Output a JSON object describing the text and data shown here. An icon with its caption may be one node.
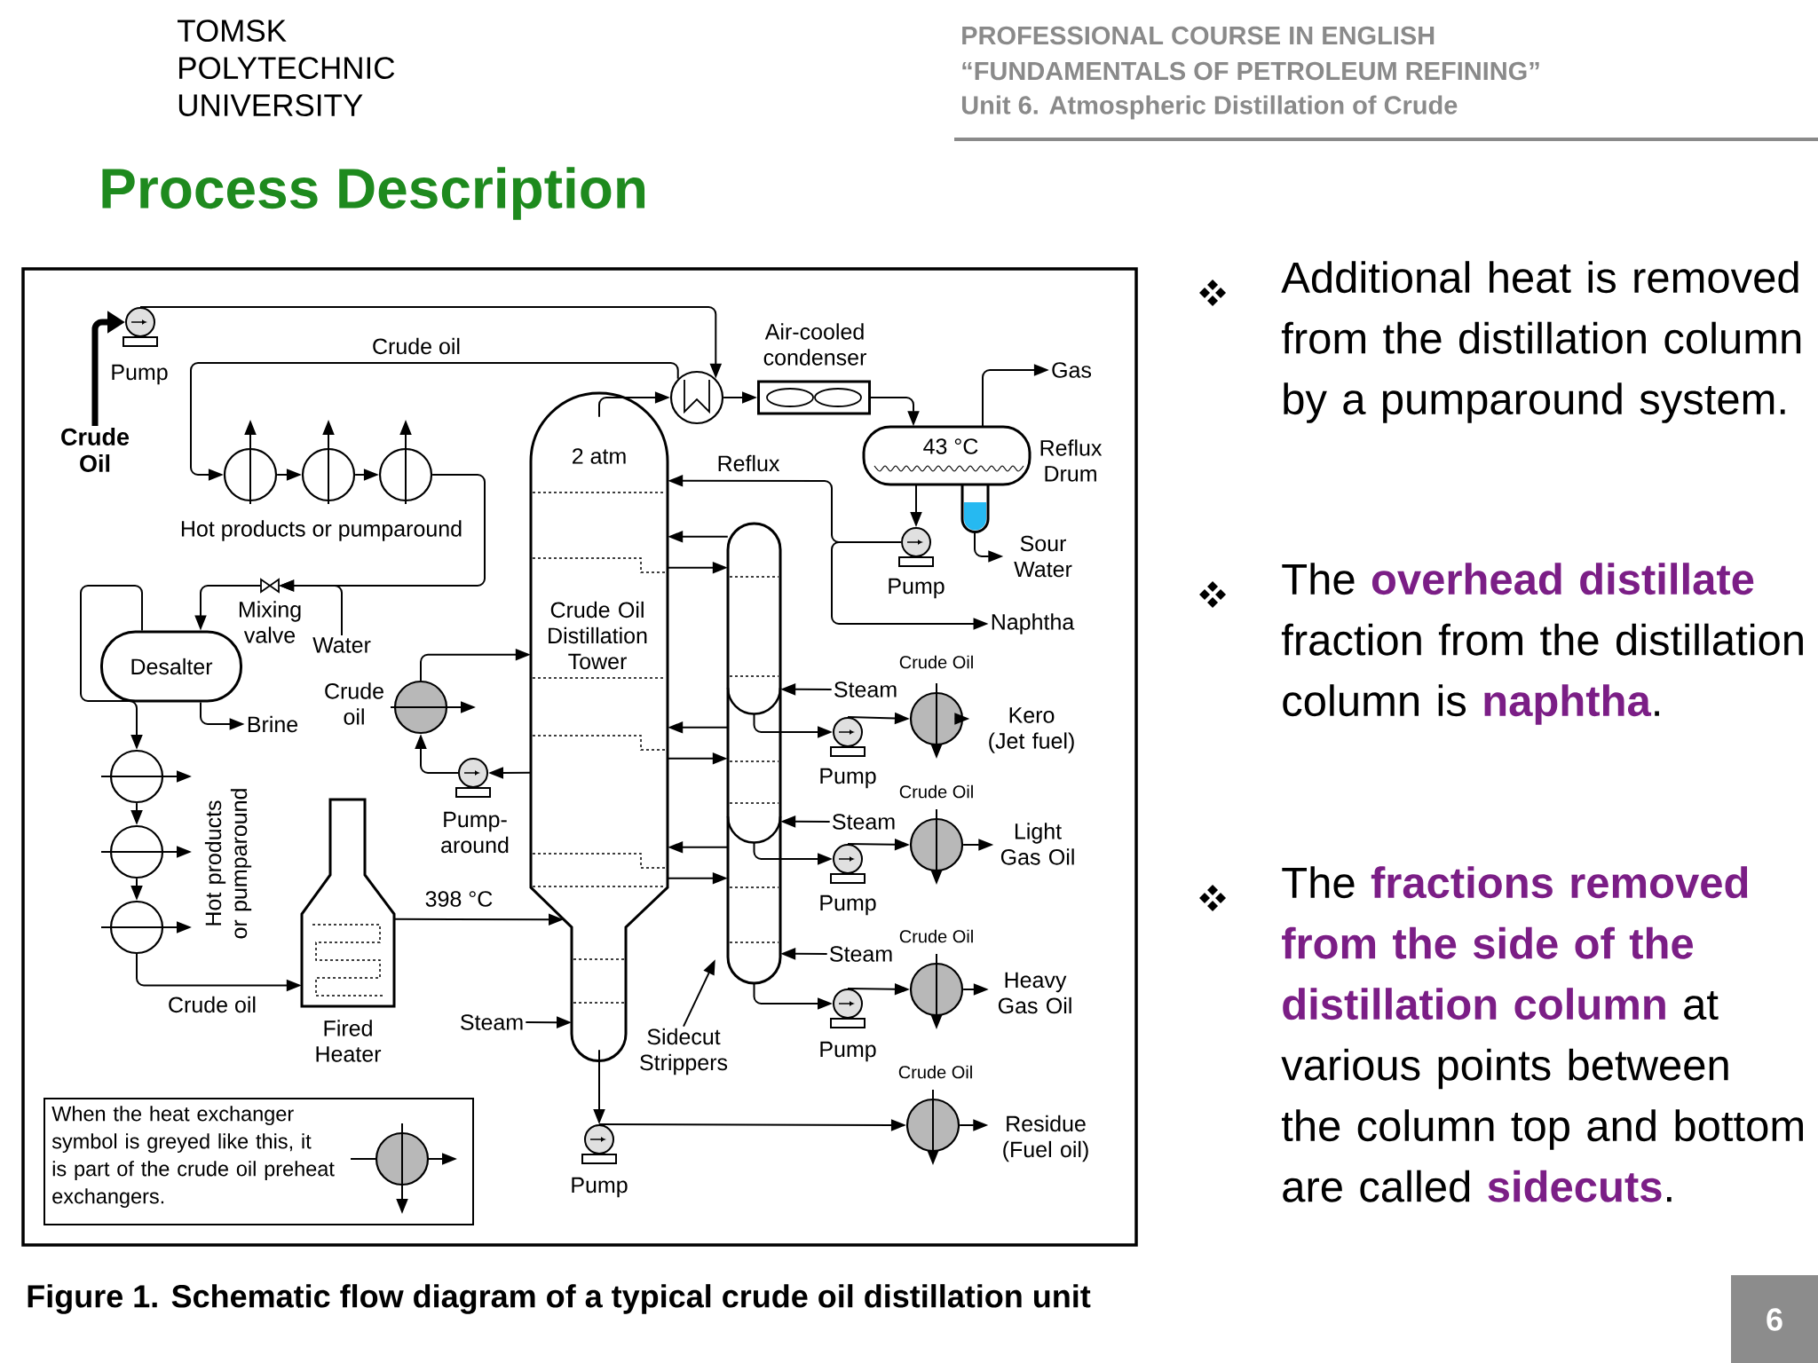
{
  "diagram": {
    "title": "Process Description",
    "caption": "Figure 1. Schematic flow diagram of a typical crude oil distillation unit",
    "nodes": [
      {
        "text": [
          "Crude Oil"
        ]
      },
      {
        "text": [],
        "shape": "pump",
        "beside": [
          "Pump"
        ]
      },
      {
        "text": [],
        "shape": "circle"
      },
      {
        "text": [],
        "shape": "circle"
      },
      {
        "text": [],
        "shape": "circle"
      },
      {
        "text": [],
        "shape": "circle"
      },
      {
        "text": [],
        "shape": "valve",
        "beside": [
          "Mixing valve"
        ]
      },
      {
        "text": [
          "Water"
        ]
      },
      {
        "text": [
          "Desalter"
        ]
      },
      {
        "text": [
          "Brine"
        ]
      },
      {
        "text": [],
        "shape": "circle"
      },
      {
        "text": [],
        "shape": "circle"
      },
      {
        "text": [],
        "shape": "circle"
      },
      {
        "text": [],
        "shape": "heater",
        "beside": [
          "Fired Heater"
        ]
      },
      {
        "text": [
          "2 atm",
          "Crude Oil Distillation Tower"
        ]
      },
      {
        "text": [],
        "shape": "box",
        "beside": [
          "Air-cooled condenser"
        ]
      },
      {
        "text": [
          "43 °C"
        ],
        "beside": [
          "Reflux Drum"
        ]
      },
      {
        "text": [
          "Gas"
        ]
      },
      {
        "text": [
          "Sour Water"
        ]
      },
      {
        "text": [],
        "shape": "pump",
        "beside": [
          "Pump"
        ]
      },
      {
        "text": [
          "Naphtha"
        ]
      },
      {
        "text": [],
        "shape": "circle",
        "beside": [
          "Crude oil"
        ]
      },
      {
        "text": [],
        "shape": "pump",
        "beside": [
          "Pump-around"
        ]
      },
      {
        "text": [],
        "shape": "column"
      },
      {
        "text": [
          "Sidecut Strippers"
        ]
      },
      {
        "text": [
          "Steam"
        ]
      },
      {
        "text": [
          "Steam"
        ]
      },
      {
        "text": [
          "Steam"
        ]
      },
      {
        "text": [],
        "shape": "pump",
        "beside": [
          "Pump"
        ]
      },
      {
        "text": [],
        "shape": "pump",
        "beside": [
          "Pump"
        ]
      },
      {
        "text": [],
        "shape": "pump",
        "beside": [
          "Pump"
        ]
      },
      {
        "text": [],
        "shape": "circle",
        "beside": [
          "Crude Oil"
        ]
      },
      {
        "text": [],
        "shape": "circle",
        "beside": [
          "Crude Oil"
        ]
      },
      {
        "text": [],
        "shape": "circle",
        "beside": [
          "Crude Oil"
        ]
      },
      {
        "text": [
          "Kero (Jet fuel)"
        ]
      },
      {
        "text": [
          "Light Gas Oil"
        ]
      },
      {
        "text": [
          "Heavy Gas Oil"
        ]
      },
      {
        "text": [
          "Steam"
        ]
      },
      {
        "text": [],
        "shape": "pump",
        "beside": [
          "Pump"
        ]
      },
      {
        "text": [],
        "shape": "circle",
        "beside": [
          "Crude Oil"
        ]
      },
      {
        "text": [
          "Residue (Fuel oil)"
        ]
      }
    ],
    "edges": [
      {
        "from": 0,
        "to": 1,
        "arrow": "to",
        "style": "thick"
      },
      {
        "from": 1,
        "to": 2,
        "arrow": "to"
      },
      {
        "from": 2,
        "to": 3,
        "arrow": "to",
        "label": "Crude oil"
      },
      {
        "from": 3,
        "to": 4,
        "arrow": "to"
      },
      {
        "from": 4,
        "to": 5,
        "arrow": "to"
      },
      {
        "from": 5,
        "to": 6,
        "arrow": "to"
      },
      {
        "from": 7,
        "to": 6,
        "arrow": "to"
      },
      {
        "from": 6,
        "to": 8,
        "arrow": "to"
      },
      {
        "from": 8,
        "to": 9,
        "arrow": "to"
      },
      {
        "from": 8,
        "to": 10,
        "arrow": "to"
      },
      {
        "from": 10,
        "to": 11,
        "arrow": "to"
      },
      {
        "from": 11,
        "to": 12,
        "arrow": "to"
      },
      {
        "from": 12,
        "to": 13,
        "arrow": "to",
        "label": "Crude oil"
      },
      {
        "from": 13,
        "to": 14,
        "arrow": "to",
        "label": "398 °C"
      },
      {
        "from": 14,
        "to": 2,
        "arrow": "to"
      },
      {
        "from": 2,
        "to": 15,
        "arrow": "to"
      },
      {
        "from": 15,
        "to": 16,
        "arrow": "to"
      },
      {
        "from": 16,
        "to": 17,
        "arrow": "to"
      },
      {
        "from": 16,
        "to": 18,
        "arrow": "to"
      },
      {
        "from": 16,
        "to": 19,
        "arrow": "to"
      },
      {
        "from": 19,
        "to": 14,
        "arrow": "to",
        "label": "Reflux"
      },
      {
        "from": 19,
        "to": 20,
        "arrow": "to"
      },
      {
        "from": 14,
        "to": 22,
        "arrow": "to"
      },
      {
        "from": 22,
        "to": 21,
        "arrow": "to"
      },
      {
        "from": 21,
        "to": 14,
        "arrow": "to"
      },
      {
        "from": 23,
        "to": 14,
        "arrow": "to"
      },
      {
        "from": 14,
        "to": 23,
        "arrow": "to"
      },
      {
        "from": 23,
        "to": 14,
        "arrow": "to"
      },
      {
        "from": 14,
        "to": 23,
        "arrow": "to"
      },
      {
        "from": 23,
        "to": 14,
        "arrow": "to"
      },
      {
        "from": 14,
        "to": 23,
        "arrow": "to"
      },
      {
        "from": 24,
        "to": 23,
        "arrow": "to"
      },
      {
        "from": 25,
        "to": 23,
        "arrow": "to"
      },
      {
        "from": 26,
        "to": 23,
        "arrow": "to"
      },
      {
        "from": 27,
        "to": 23,
        "arrow": "to"
      },
      {
        "from": 23,
        "to": 28,
        "arrow": "to"
      },
      {
        "from": 23,
        "to": 29,
        "arrow": "to"
      },
      {
        "from": 23,
        "to": 30,
        "arrow": "to"
      },
      {
        "from": 28,
        "to": 31,
        "arrow": "to"
      },
      {
        "from": 29,
        "to": 32,
        "arrow": "to"
      },
      {
        "from": 30,
        "to": 33,
        "arrow": "to"
      },
      {
        "from": 31,
        "to": 34,
        "arrow": "to"
      },
      {
        "from": 32,
        "to": 35,
        "arrow": "to"
      },
      {
        "from": 33,
        "to": 36,
        "arrow": "to"
      },
      {
        "from": 37,
        "to": 14,
        "arrow": "to"
      },
      {
        "from": 14,
        "to": 38,
        "arrow": "to"
      },
      {
        "from": 38,
        "to": 39,
        "arrow": "to"
      },
      {
        "from": 39,
        "to": 40,
        "arrow": "to"
      }
    ],
    "labels": [
      "TOMSK POLYTECHNIC UNIVERSITY",
      "PROFESSIONAL COURSE IN ENGLISH",
      "“FUNDAMENTALS OF PETROLEUM REFINING”",
      "Unit 6. Atmospheric Distillation of Crude",
      "Hot products or pumparound",
      "Hot products or pumparound",
      "Additional heat is removed from the distillation column by a pumparound system.",
      "The **overhead distillate** fraction from the distillation column is **naphtha**.",
      "The **fractions removed from the side of the distillation column** at various points between the column top and bottom are called **sidecuts**.",
      "6"
    ],
    "legend": [
      {
        "text": "When the heat exchanger symbol is greyed like this, it is part of the crude oil preheat exchangers."
      }
    ]
  }
}
